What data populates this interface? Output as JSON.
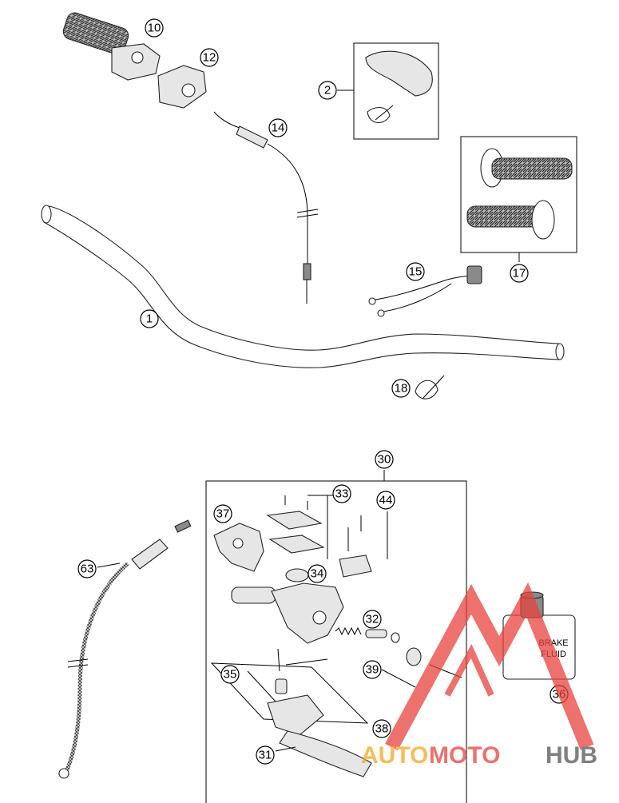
{
  "callouts": {
    "c1": "1",
    "c2": "2",
    "c10": "10",
    "c12": "12",
    "c14": "14",
    "c15": "15",
    "c17": "17",
    "c18": "18",
    "c30": "30",
    "c31": "31",
    "c32": "32",
    "c33": "33",
    "c34": "34",
    "c35": "35",
    "c36": "36",
    "c37": "37",
    "c38": "38",
    "c39": "39",
    "c44": "44",
    "c63": "63"
  },
  "can_label": {
    "line1": "BRAKE",
    "line2": "FLUID"
  },
  "watermark": {
    "part1": "AUTO",
    "part2": "MOTO",
    "part3": "HUB",
    "color_red": "#e8423c",
    "color_orange": "#f4a81d",
    "color_grey": "#555555"
  }
}
